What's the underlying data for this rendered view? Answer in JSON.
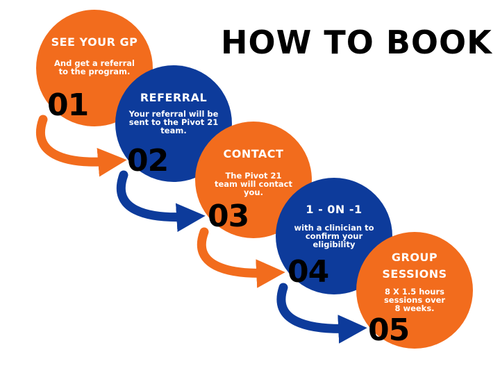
{
  "title": "HOW TO BOOK",
  "colors": {
    "orange": "#f26c1d",
    "blue": "#0d3b9b",
    "number": "#000000"
  },
  "steps": [
    {
      "number": "01",
      "heading": "SEE YOUR GP",
      "description": "And get a referral to the program.",
      "color": "orange"
    },
    {
      "number": "02",
      "heading": "REFERRAL",
      "description": "Your referral will be sent to the Pivot 21 team.",
      "color": "blue"
    },
    {
      "number": "03",
      "heading": "CONTACT",
      "description": "The Pivot 21 team will contact you.",
      "color": "orange"
    },
    {
      "number": "04",
      "heading": "1 - 0N -1",
      "description": "with a clinician to confirm your eligibility",
      "color": "blue"
    },
    {
      "number": "05",
      "heading": "GROUP SESSIONS",
      "description": "8 X 1.5 hours sessions over 8 weeks.",
      "color": "orange"
    }
  ]
}
